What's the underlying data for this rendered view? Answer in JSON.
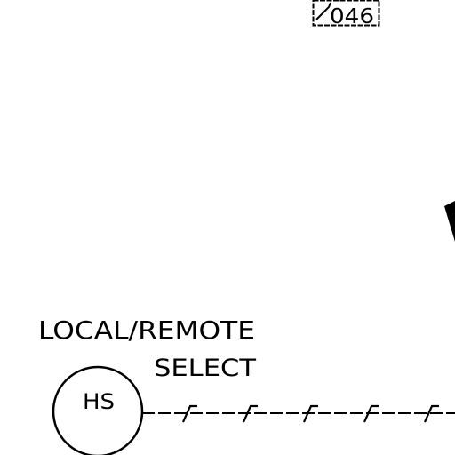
{
  "diagram": {
    "tag_box": {
      "text": "046"
    },
    "labels": {
      "line1": "LOCAL/REMOTE",
      "line2": "SELECT"
    },
    "instrument": {
      "code": "HS"
    },
    "signal_line": {
      "type": "electrical",
      "hash_count": 5
    },
    "colors": {
      "ink": "#000000",
      "paper": "#ffffff"
    }
  }
}
